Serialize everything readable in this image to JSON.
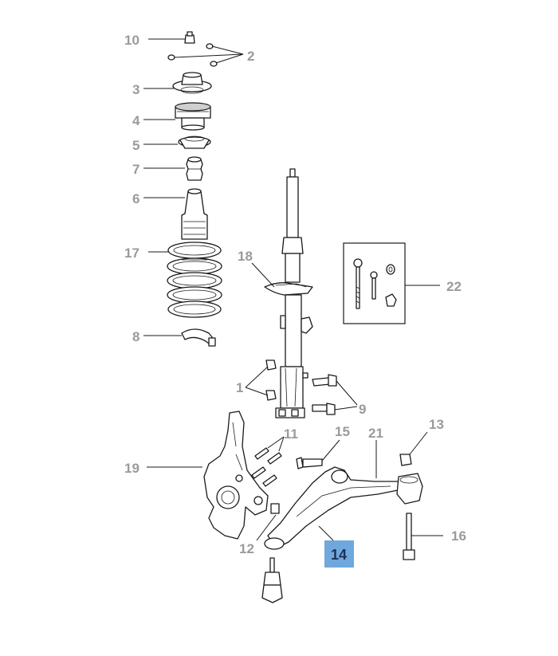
{
  "diagram": {
    "callouts": {
      "c10": "10",
      "c2": "2",
      "c3": "3",
      "c4": "4",
      "c5": "5",
      "c7": "7",
      "c6": "6",
      "c17": "17",
      "c8": "8",
      "c18": "18",
      "c22": "22",
      "c1": "1",
      "c9": "9",
      "c11": "11",
      "c15": "15",
      "c21": "21",
      "c13": "13",
      "c19": "19",
      "c16": "16",
      "c12": "12",
      "c14": "14"
    },
    "highlighted_part": "14",
    "highlight_color": "#6fa8dc"
  }
}
